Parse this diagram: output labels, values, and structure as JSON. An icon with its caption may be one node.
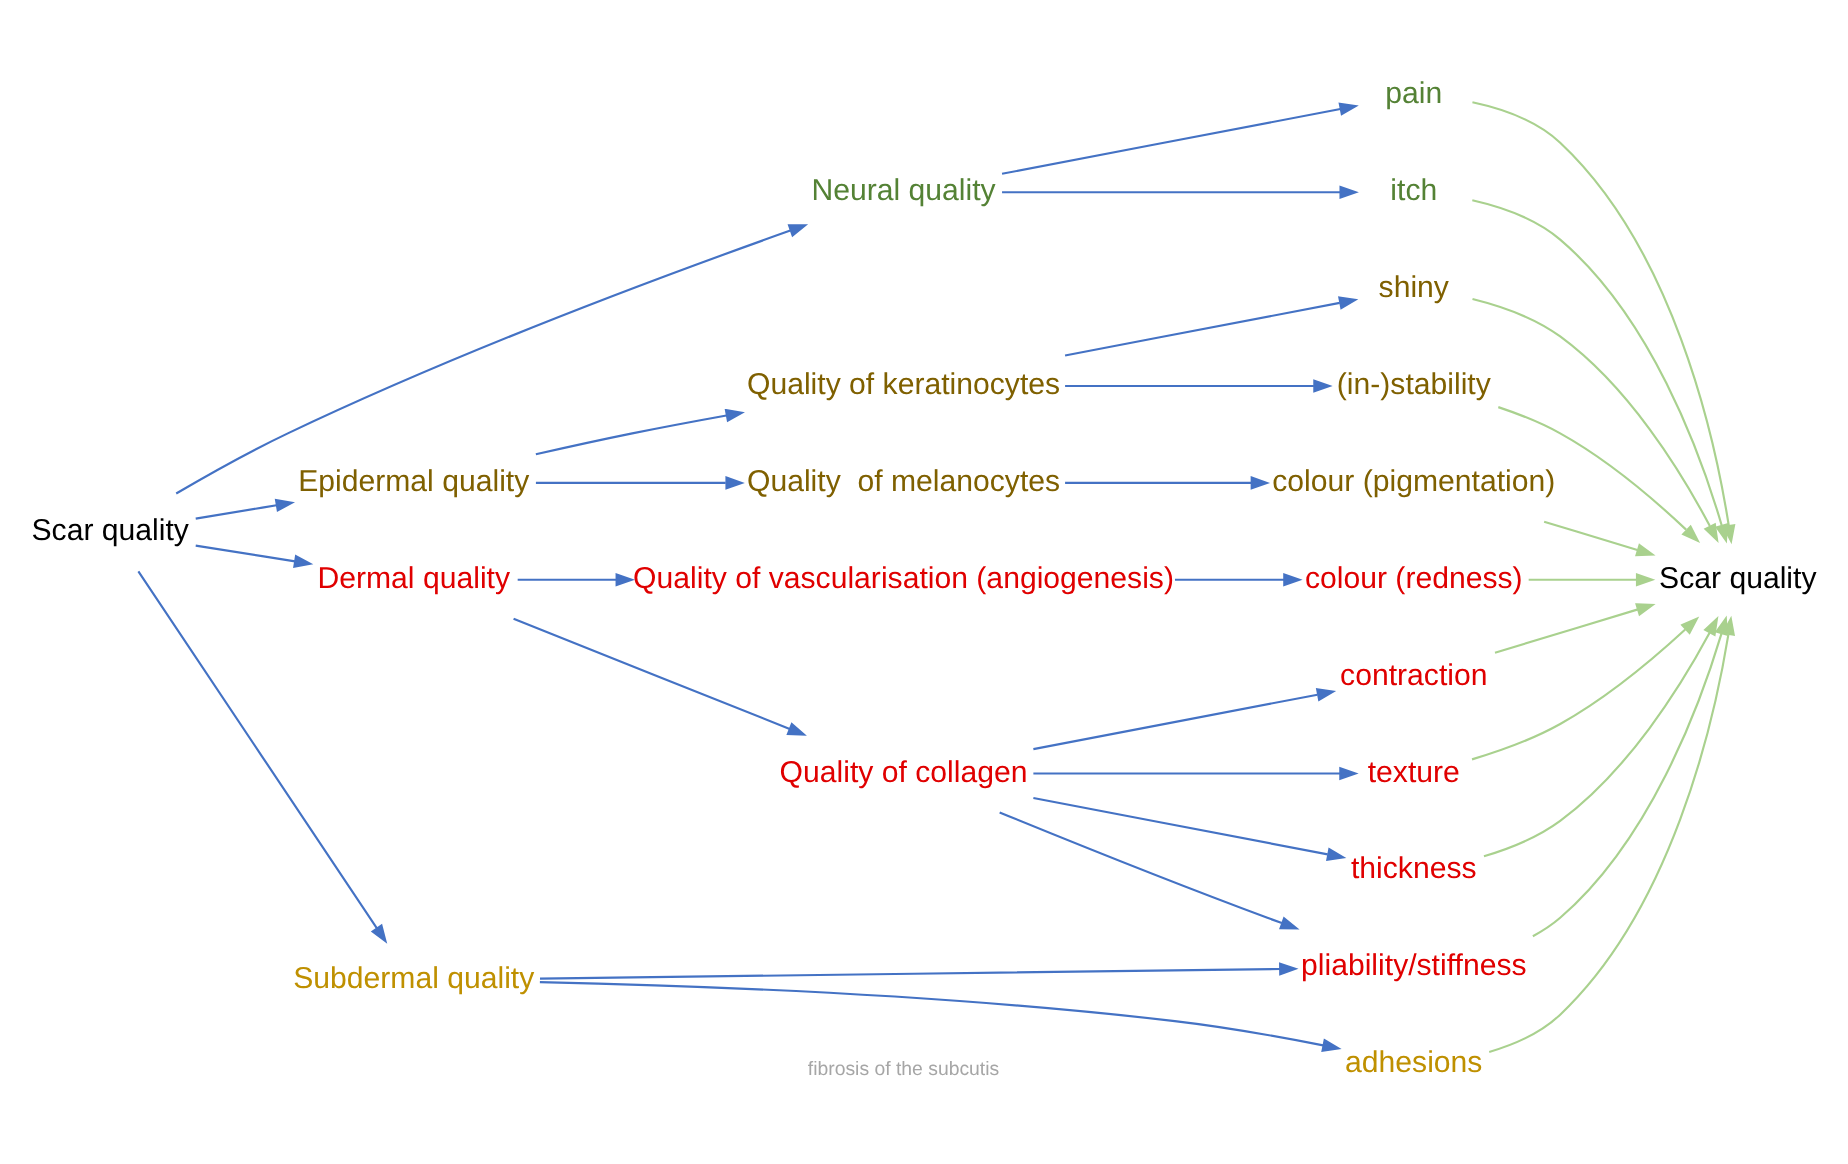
{
  "diagram": {
    "nodes": [
      {
        "text": [
          "Scar quality"
        ]
      },
      {
        "text": [
          "Neural quality"
        ]
      },
      {
        "text": [
          "Epidermal quality"
        ]
      },
      {
        "text": [
          "Dermal quality"
        ]
      },
      {
        "text": [
          "Subdermal quality"
        ]
      },
      {
        "text": [
          "Quality of keratinocytes"
        ]
      },
      {
        "text": [
          "Quality  of melanocytes"
        ]
      },
      {
        "text": [
          "Quality of vascularisation (angiogenesis)"
        ]
      },
      {
        "text": [
          "Quality of collagen"
        ]
      },
      {
        "text": [
          "pain"
        ]
      },
      {
        "text": [
          "itch"
        ]
      },
      {
        "text": [
          "shiny"
        ]
      },
      {
        "text": [
          "(in-)stability"
        ]
      },
      {
        "text": [
          "colour (pigmentation)"
        ]
      },
      {
        "text": [
          "colour (redness)"
        ]
      },
      {
        "text": [
          "contraction"
        ]
      },
      {
        "text": [
          "texture"
        ]
      },
      {
        "text": [
          "thickness"
        ]
      },
      {
        "text": [
          "pliability/stiffness"
        ]
      },
      {
        "text": [
          "adhesions"
        ]
      },
      {
        "text": [
          "Scar quality"
        ]
      }
    ],
    "edges": [
      {
        "from": 0,
        "to": 1,
        "arrow": "to"
      },
      {
        "from": 0,
        "to": 2,
        "arrow": "to"
      },
      {
        "from": 0,
        "to": 3,
        "arrow": "to"
      },
      {
        "from": 0,
        "to": 4,
        "arrow": "to"
      },
      {
        "from": 1,
        "to": 9,
        "arrow": "to"
      },
      {
        "from": 1,
        "to": 10,
        "arrow": "to"
      },
      {
        "from": 2,
        "to": 5,
        "arrow": "to"
      },
      {
        "from": 2,
        "to": 6,
        "arrow": "to"
      },
      {
        "from": 5,
        "to": 11,
        "arrow": "to"
      },
      {
        "from": 5,
        "to": 12,
        "arrow": "to"
      },
      {
        "from": 6,
        "to": 13,
        "arrow": "to"
      },
      {
        "from": 3,
        "to": 7,
        "arrow": "to"
      },
      {
        "from": 3,
        "to": 8,
        "arrow": "to"
      },
      {
        "from": 7,
        "to": 14,
        "arrow": "to"
      },
      {
        "from": 8,
        "to": 15,
        "arrow": "to"
      },
      {
        "from": 8,
        "to": 16,
        "arrow": "to"
      },
      {
        "from": 8,
        "to": 17,
        "arrow": "to"
      },
      {
        "from": 8,
        "to": 18,
        "arrow": "to"
      },
      {
        "from": 4,
        "to": 18,
        "arrow": "to"
      },
      {
        "from": 4,
        "to": 19,
        "arrow": "to"
      },
      {
        "from": 9,
        "to": 20,
        "arrow": "to",
        "color": "#a9d18e"
      },
      {
        "from": 10,
        "to": 20,
        "arrow": "to",
        "color": "#a9d18e"
      },
      {
        "from": 11,
        "to": 20,
        "arrow": "to",
        "color": "#a9d18e"
      },
      {
        "from": 12,
        "to": 20,
        "arrow": "to",
        "color": "#a9d18e"
      },
      {
        "from": 13,
        "to": 20,
        "arrow": "to",
        "color": "#a9d18e"
      },
      {
        "from": 14,
        "to": 20,
        "arrow": "to",
        "color": "#a9d18e"
      },
      {
        "from": 15,
        "to": 20,
        "arrow": "to",
        "color": "#a9d18e"
      },
      {
        "from": 16,
        "to": 20,
        "arrow": "to",
        "color": "#a9d18e"
      },
      {
        "from": 17,
        "to": 20,
        "arrow": "to",
        "color": "#a9d18e"
      },
      {
        "from": 18,
        "to": 20,
        "arrow": "to",
        "color": "#a9d18e"
      },
      {
        "from": 19,
        "to": 20,
        "arrow": "to",
        "color": "#a9d18e"
      }
    ],
    "labels": [
      "fibrosis of the subcutis"
    ]
  }
}
